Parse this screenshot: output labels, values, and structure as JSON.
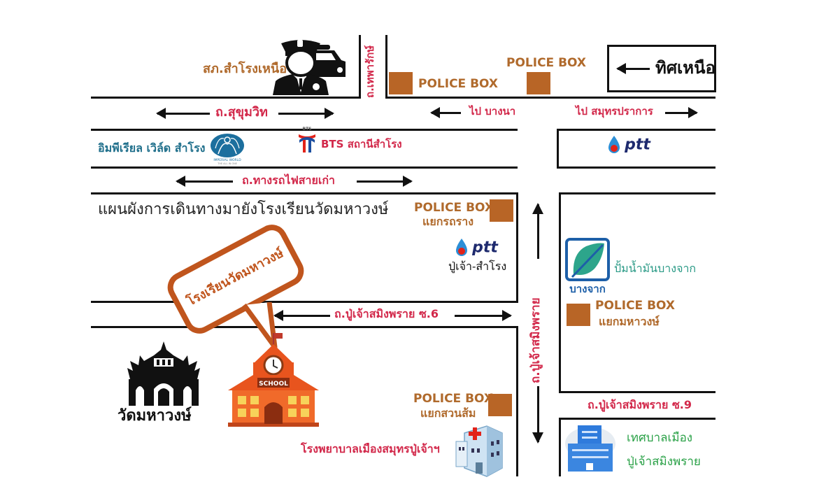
{
  "map": {
    "title": "แผนผังการเดินทางมายังโรงเรียนวัดมหาวงษ์",
    "north_label": "ทิศเหนือ",
    "compass_icon": "arrow-left-icon",
    "roads": {
      "thepharak": "ถ.เทพารักษ์",
      "sukhumvit": "ถ.สุขุมวิท",
      "old_railway": "ถ.ทางรถไฟสายเก่า",
      "puchao_soi6": "ถ.ปู่เจ้าสมิงพราย ซ.6",
      "puchao_main": "ถ.ปู่เจ้าสมิงพราย",
      "puchao_soi9": "ถ.ปู่เจ้าสมิงพราย ซ.9"
    },
    "directions": {
      "to_bangna": "ไป บางนา",
      "to_samutprakan": "ไป สมุทรปราการ"
    },
    "landmarks": {
      "police_station": "สภ.สำโรงเหนือ",
      "imperial_world": "อิมพีเรียล เวิล์ด สำโรง",
      "imperial_logo_name": "IMPERIAL WORLD",
      "imperial_logo_tagline": "THE ALL IN ONE",
      "bts_logo": "BTS",
      "bts_station": "BTS สถานีสำโรง",
      "ptt_logo": "ptt",
      "ptt_puchao": "ปู่เจ้า-สำโรง",
      "bangchak": "ปั้มน้ำมันบางจาก",
      "bangchak_logo": "บางจาก",
      "school_bubble": "โรงเรียนวัดมหาวงษ์",
      "school_sign": "SCHOOL",
      "temple": "วัดมหาวงษ์",
      "hospital": "โรงพยาบาลเมืองสมุทรปู่เจ้าฯ",
      "municipality_line1": "เทศบาลเมือง",
      "municipality_line2": "ปู่เจ้าสมิงพราย"
    },
    "police_boxes": [
      {
        "label": "POLICE BOX",
        "sub": ""
      },
      {
        "label": "POLICE BOX",
        "sub": ""
      },
      {
        "label": "POLICE BOX",
        "sub": "แยกรถราง"
      },
      {
        "label": "POLICE BOX",
        "sub": "แยกมหาวงษ์"
      },
      {
        "label": "POLICE BOX",
        "sub": "แยกสวนส้ม"
      }
    ],
    "colors": {
      "police_box": "#b86526",
      "road_label": "#d2284a",
      "brown_label": "#b06a2c",
      "teal_label": "#1f6f8b",
      "green_label": "#2aa147",
      "school_orange": "#e8541e",
      "bubble_border": "#c0551d"
    }
  }
}
